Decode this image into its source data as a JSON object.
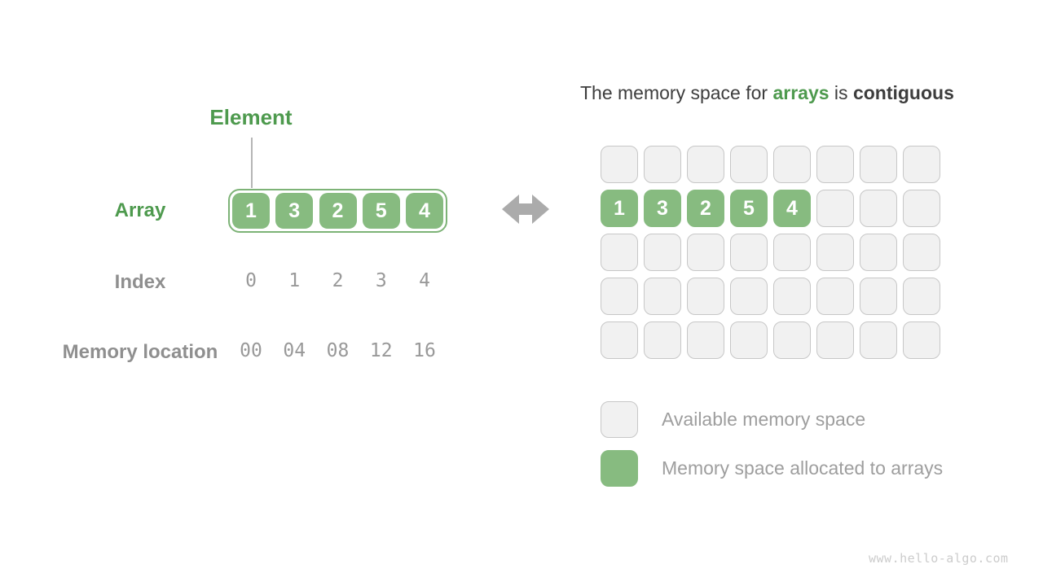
{
  "left_panel": {
    "element_label": "Element",
    "array_label": "Array",
    "array_values": [
      "1",
      "3",
      "2",
      "5",
      "4"
    ],
    "index_label": "Index",
    "index_values": [
      "0",
      "1",
      "2",
      "3",
      "4"
    ],
    "memory_label": "Memory location",
    "memory_values": [
      "00",
      "04",
      "08",
      "12",
      "16"
    ]
  },
  "arrow_icon": "double-headed-arrow",
  "right_panel": {
    "title": {
      "prefix": "The memory space for ",
      "highlight": "arrays",
      "middle": " is ",
      "bold": "contiguous"
    },
    "memory_grid": {
      "rows": 5,
      "cols": 8,
      "allocated_row": 1,
      "allocated_values": [
        "1",
        "3",
        "2",
        "5",
        "4"
      ]
    },
    "legend": [
      {
        "type": "available",
        "label": "Available memory space"
      },
      {
        "type": "allocated",
        "label": "Memory space allocated to arrays"
      }
    ]
  },
  "watermark": "www.hello-algo.com",
  "colors": {
    "green_text": "#4e9a4e",
    "green_fill": "#87bb80",
    "gray_cell_fill": "#f1f1f1",
    "gray_cell_border": "#c7c7c7",
    "title_text": "#3d3d3d",
    "label_gray": "#8f8f8f",
    "arrow_gray": "#ababab"
  }
}
